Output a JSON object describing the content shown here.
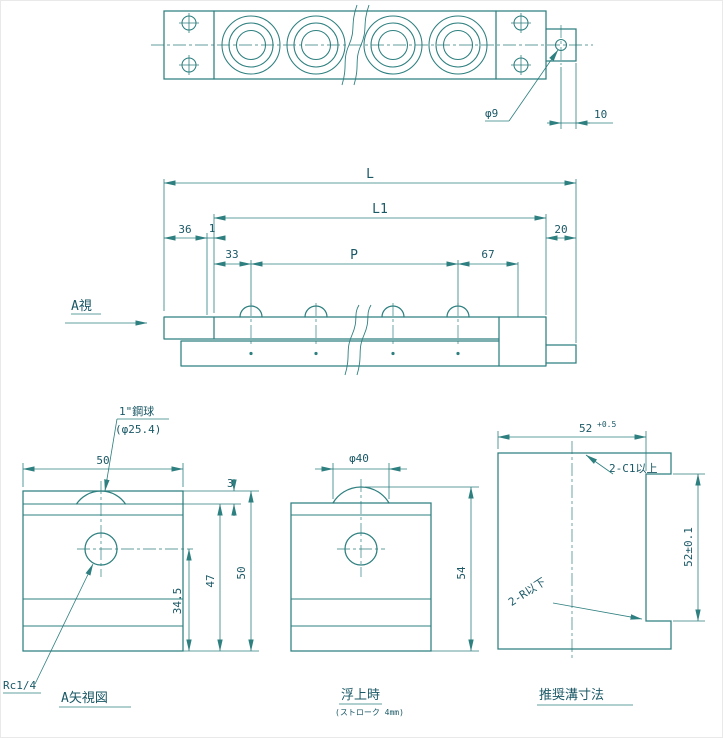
{
  "sheet": {
    "background": "#ffffff",
    "line_color": "#2e7f7f",
    "text_color": "#1a5866"
  },
  "top_view": {
    "dim_hole": "φ9",
    "dim_edge_offset": "10"
  },
  "front_view": {
    "view_label": "A視",
    "dim_total_length": "L",
    "dim_body_length": "L1",
    "dim_pitch": "P",
    "dim_left_end": "36",
    "dim_left_gap": "1",
    "dim_right_end": "20",
    "dim_first_ball": "33",
    "dim_last_ball": "67"
  },
  "a_arrow_view": {
    "title": "A矢視図",
    "ball_note_line1": "1\"鋼球",
    "ball_note_line2": "(φ25.4)",
    "port_note": "Rc1/4",
    "dim_width": "50",
    "dim_ball_step": "3",
    "dim_port_height": "34.5",
    "dim_body_height": "47",
    "dim_total_height": "50"
  },
  "floating_view": {
    "title": "浮上時",
    "subtitle": "(ストローク 4mm)",
    "dim_ball_dia": "φ40",
    "dim_total_height": "54"
  },
  "groove_view": {
    "title": "推奨溝寸法",
    "dim_width_value": "52",
    "dim_width_tolerance": "+0.5",
    "chamfer_note": "2-C1以上",
    "radius_note": "2-R以下",
    "dim_depth": "52±0.1"
  }
}
